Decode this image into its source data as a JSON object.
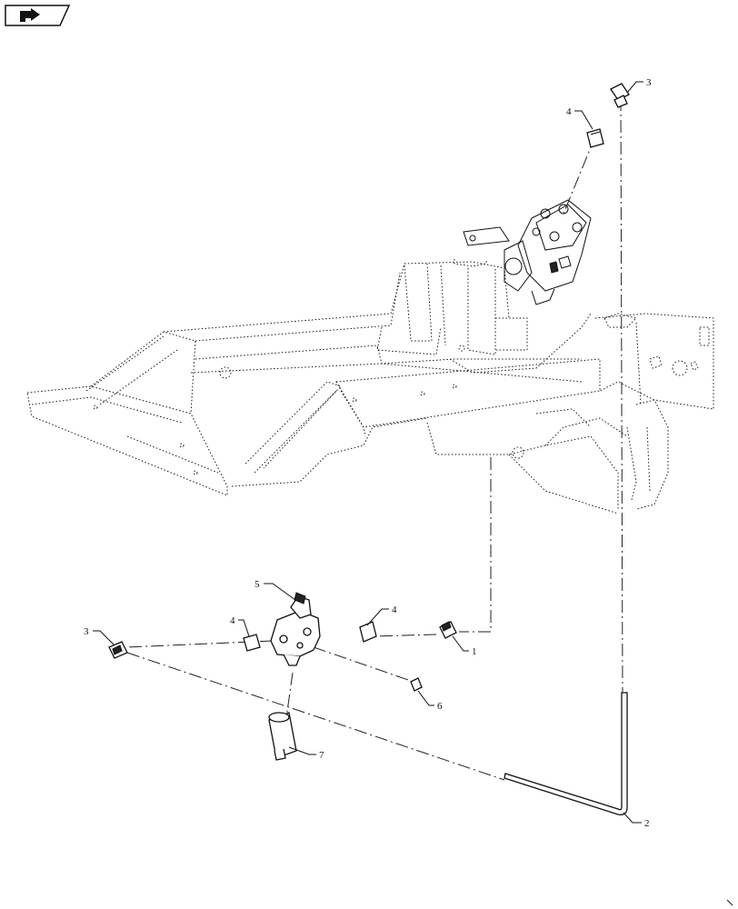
{
  "callouts": {
    "c1": "1",
    "c2": "2",
    "c3_top": "3",
    "c3_left": "3",
    "c4_top": "4",
    "c4_mid": "4",
    "c4_right": "4",
    "c5": "5",
    "c6": "6",
    "c7": "7"
  },
  "icons": {
    "corner": "next-page-arrow-icon"
  }
}
